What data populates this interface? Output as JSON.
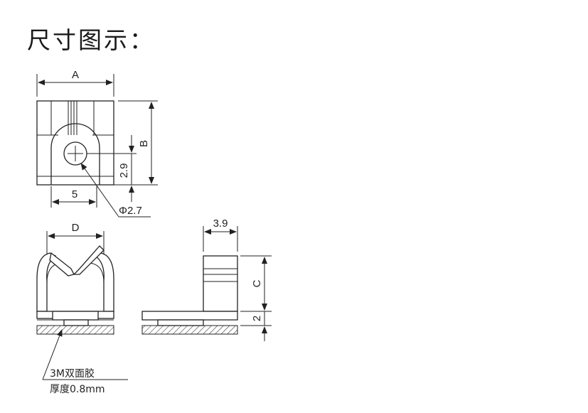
{
  "title": "尺寸图示：",
  "dimensions": {
    "a": "A",
    "b": "B",
    "c": "C",
    "d": "D",
    "hole_offset": "5",
    "hole_height": "2.9",
    "hole_diameter": "Φ2.7",
    "depth": "3.9",
    "base_height": "2"
  },
  "tape_note": {
    "line1": "3M双面胶",
    "line2": "厚度0.8mm"
  }
}
